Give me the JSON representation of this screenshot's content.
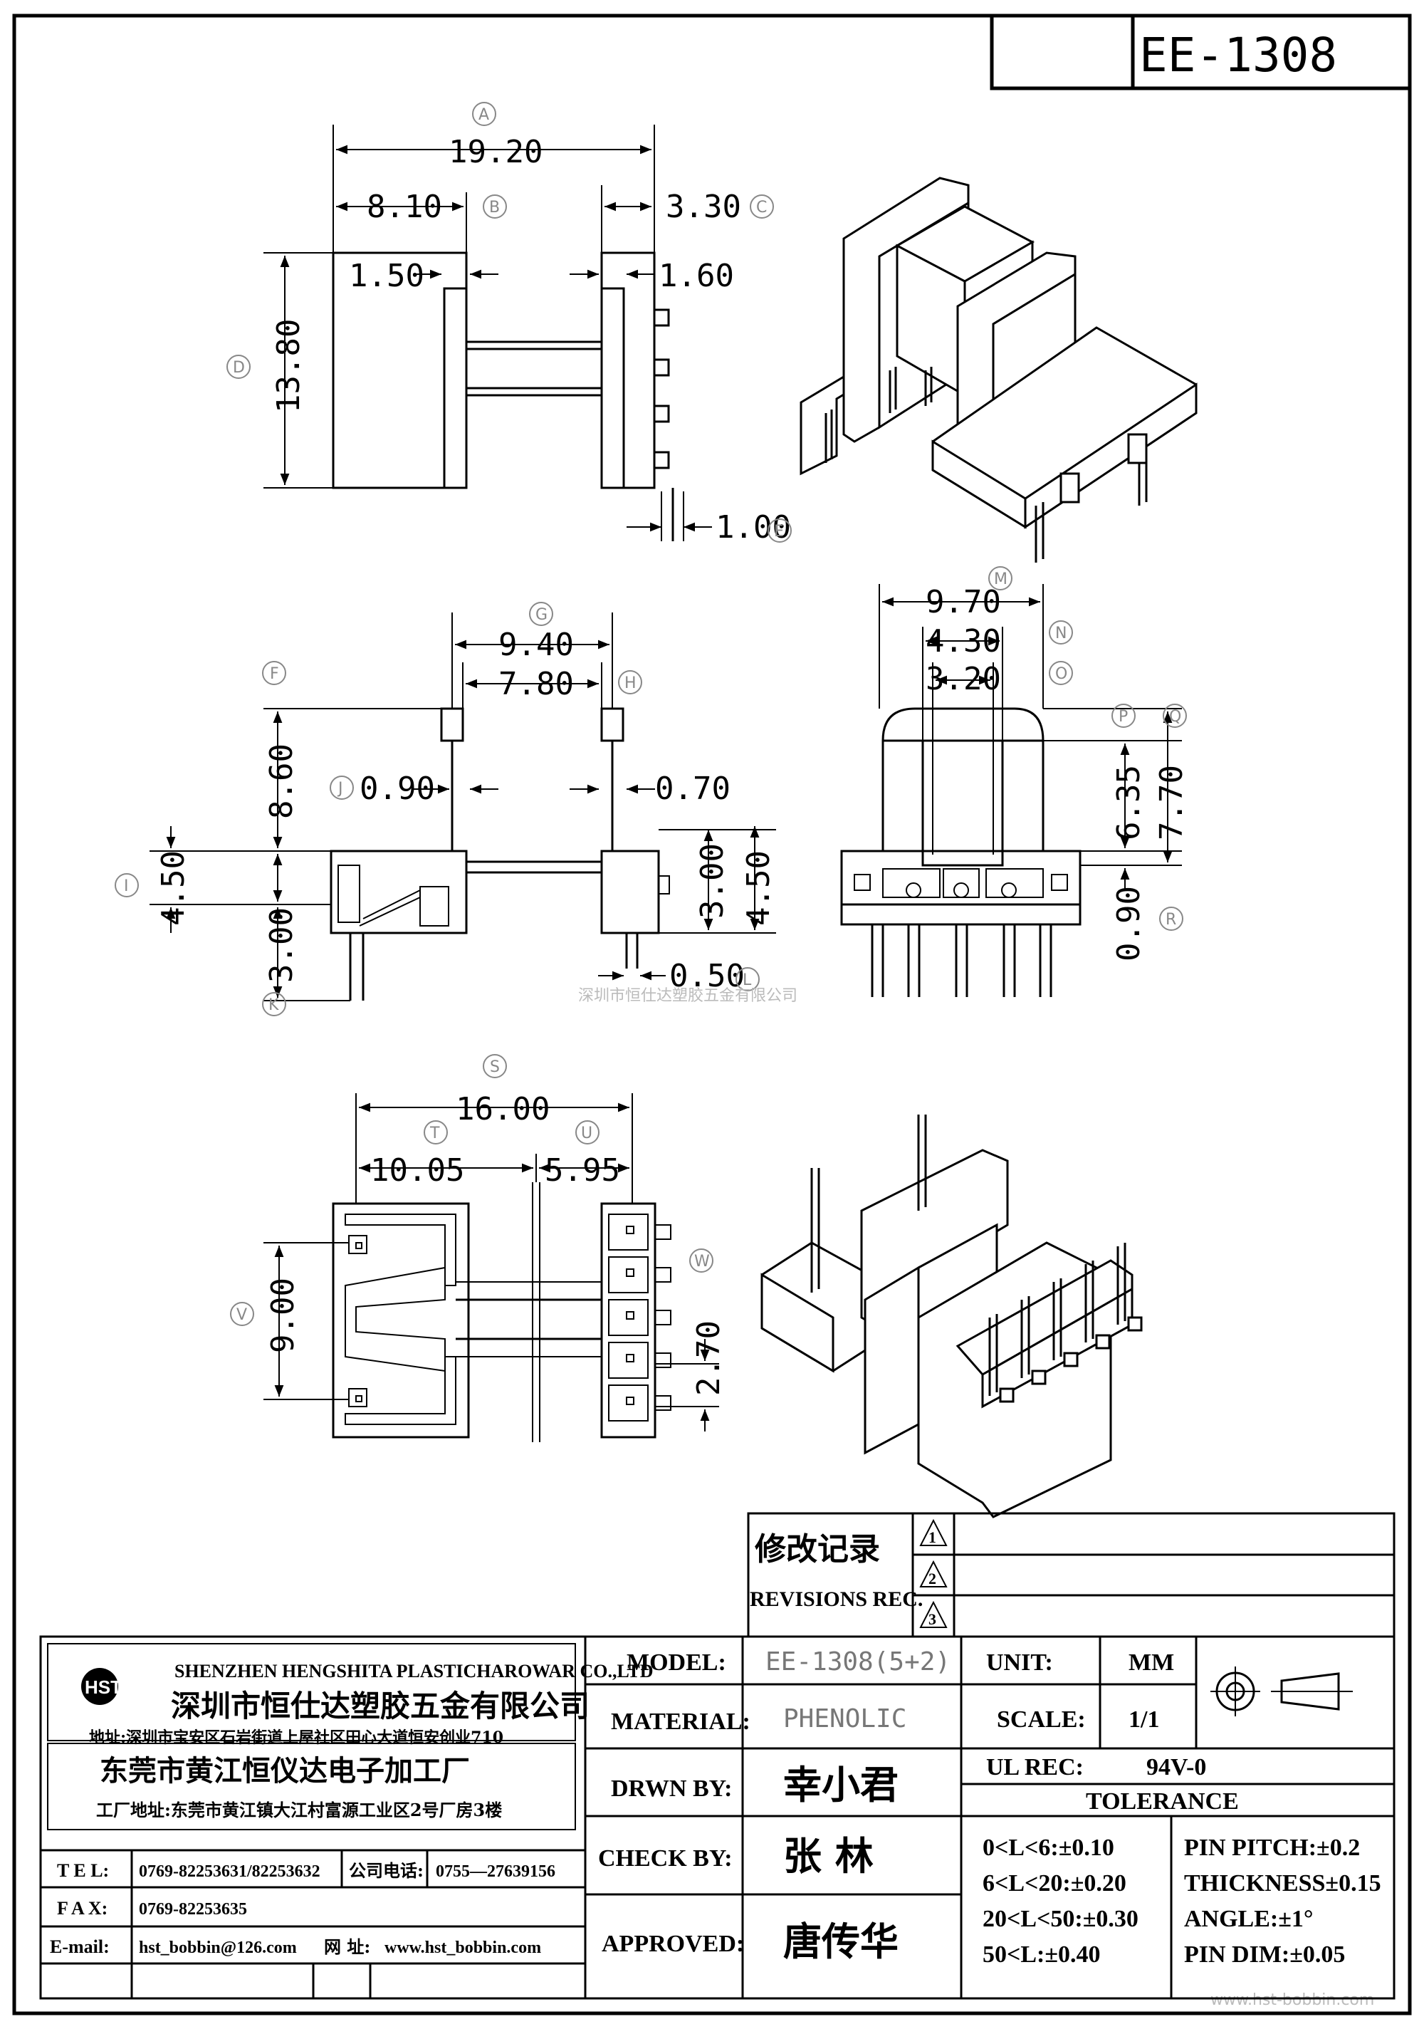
{
  "title": "EE-1308",
  "circle_labels": [
    "A",
    "B",
    "C",
    "D",
    "E",
    "F",
    "G",
    "H",
    "I",
    "J",
    "K",
    "L",
    "M",
    "N",
    "O",
    "P",
    "Q",
    "R",
    "S",
    "T",
    "U",
    "V",
    "W"
  ],
  "dims": {
    "a": "19.20",
    "b": "8.10",
    "c": "3.30",
    "d": "13.80",
    "e": "1.00",
    "b2": "1.50",
    "c2": "1.60",
    "g": "9.40",
    "h": "7.80",
    "f": "8.60",
    "j": "0.90",
    "j2": "0.70",
    "i": "4.50",
    "k": "3.00",
    "r3": "3.00",
    "r45": "4.50",
    "l": "0.50",
    "m": "9.70",
    "n": "4.30",
    "o": "3.20",
    "p": "6.35",
    "q": "7.70",
    "r": "0.90",
    "s": "16.00",
    "t": "10.05",
    "u": "5.95",
    "v": "9.00",
    "w": "2.70"
  },
  "watermark": "深圳市恒仕达塑胶五金有限公司",
  "watermark2": "www.hst-bobbin.com",
  "revisions": {
    "title_cn": "修改记录",
    "title_en": "REVISIONS REC.",
    "marks": [
      "1",
      "2",
      "3"
    ]
  },
  "company": {
    "logo": "HST",
    "name_en": "SHENZHEN HENGSHITA PLASTICHAROWAR CO.,LTD",
    "name_cn": "深圳市恒仕达塑胶五金有限公司",
    "address": "地址:深圳市宝安区石岩街道上屋社区田心大道恒安创业710",
    "factory_cn": "东莞市黄江恒仪达电子加工厂",
    "factory_addr": "工厂地址:东莞市黄江镇大江村富源工业区2号厂房3楼",
    "tel_label": "T E L:",
    "tel": "0769-82253631/82253632",
    "tel2_label": "公司电话:",
    "tel2": "0755—27639156",
    "fax_label": "F A X:",
    "fax": "0769-82253635",
    "email_label": "E-mail:",
    "email": "hst_bobbin@126.com",
    "web_label": "网 址:",
    "web": "www.hst_bobbin.com"
  },
  "info": {
    "model_label": "MODEL:",
    "model": "EE-1308(5+2)",
    "material_label": "MATERIAL:",
    "material": "PHENOLIC",
    "drawn_label": "DRWN BY:",
    "drawn": "幸小君",
    "check_label": "CHECK BY:",
    "check": "张   林",
    "approved_label": "APPROVED:",
    "approved": "唐传华",
    "unit_label": "UNIT:",
    "unit": "MM",
    "scale_label": "SCALE:",
    "scale": "1/1",
    "ul_label": "UL REC:",
    "ul": "94V-0",
    "tolerance_label": "TOLERANCE",
    "tol": [
      "0<L<6:±0.10",
      "6<L<20:±0.20",
      "20<L<50:±0.30",
      "50<L:±0.40"
    ],
    "tol2": [
      "PIN PITCH:±0.2",
      "THICKNESS±0.15",
      "ANGLE:±1°",
      "PIN DIM:±0.05"
    ]
  }
}
